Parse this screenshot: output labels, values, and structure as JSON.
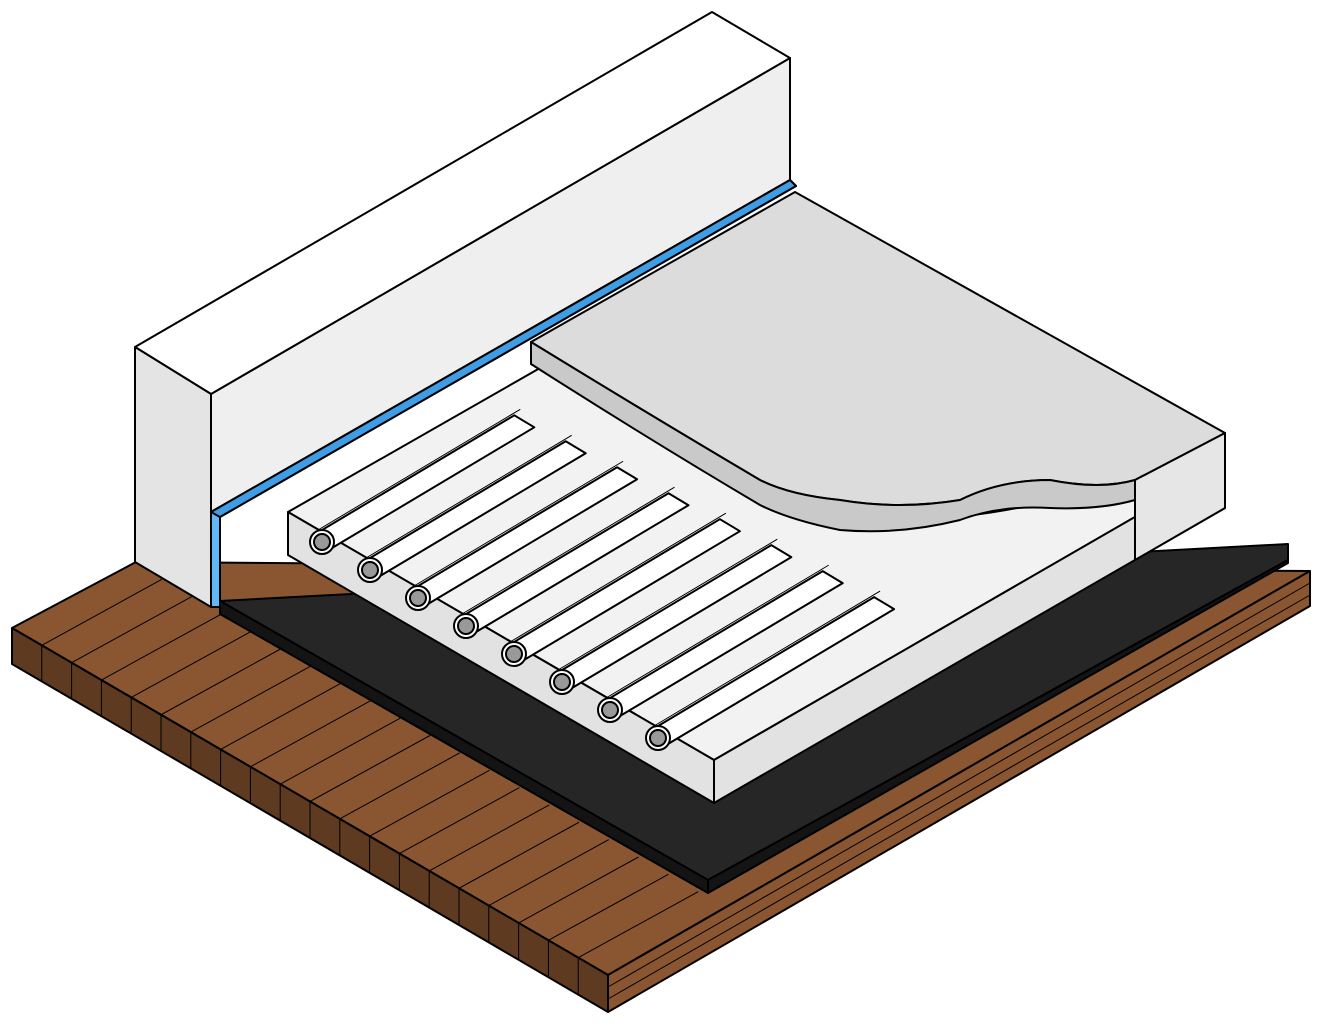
{
  "diagram": {
    "subject": "underfloor-heating-cross-section",
    "pipe_count": 8,
    "layers": [
      {
        "id": "wood-subfloor",
        "color": "#8a5632"
      },
      {
        "id": "membrane",
        "color": "#262626"
      },
      {
        "id": "grooved-insulation-board",
        "color": "#e2e2e2"
      },
      {
        "id": "heating-pipe",
        "color": "#999999"
      },
      {
        "id": "screed-lower",
        "color": "#e6e6e6"
      },
      {
        "id": "screed-top",
        "color": "#dcdcdc"
      },
      {
        "id": "edge-insulation-strip",
        "color": "#60b8f8"
      },
      {
        "id": "wall",
        "color": "#efefef"
      }
    ]
  }
}
